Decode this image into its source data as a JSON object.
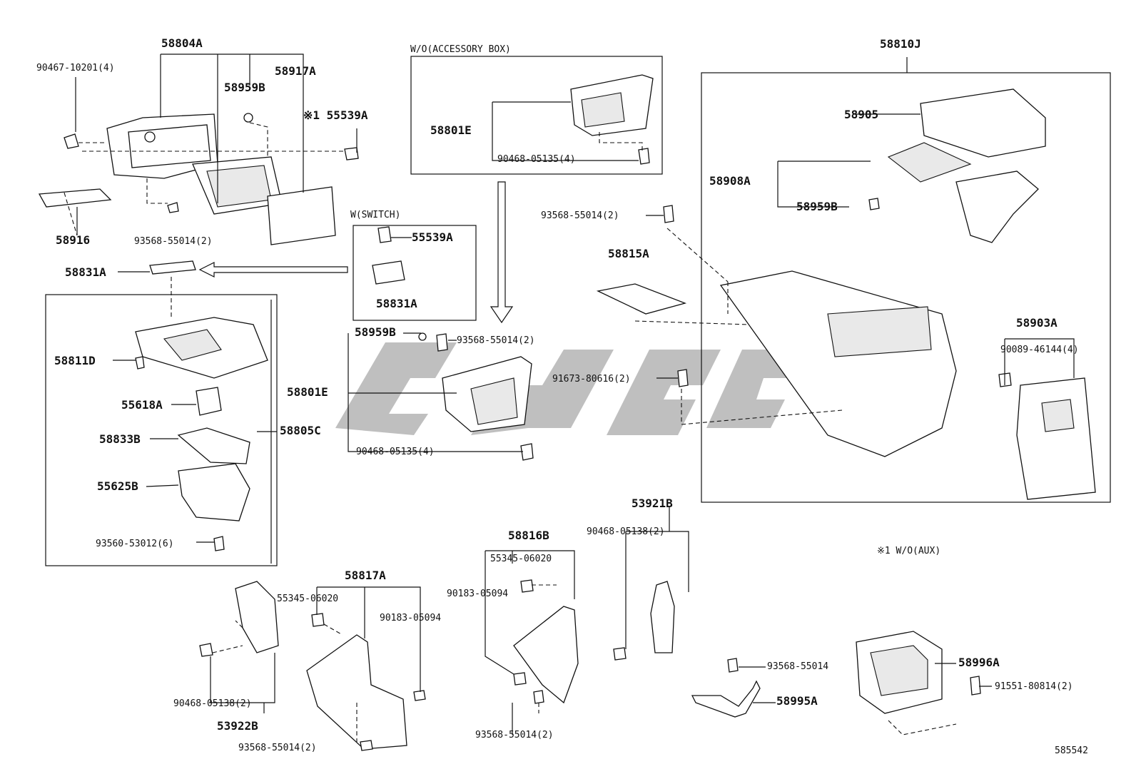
{
  "diagram": {
    "sections": {
      "wo_accessory_box": "W/O(ACCESSORY BOX)",
      "w_switch": "W(SWITCH)",
      "footnote": "※1 W/O(AUX)"
    },
    "figure_id": "585542",
    "labels": {
      "l58804A": "58804A",
      "l90467": "90467-10201(4)",
      "l58959B_top": "58959B",
      "l58917A": "58917A",
      "l55539A_top": "※1 55539A",
      "l58916": "58916",
      "l93568_top": "93568-55014(2)",
      "l58831A_left": "58831A",
      "l58811D": "58811D",
      "l55618A": "55618A",
      "l58833B": "58833B",
      "l55625B": "55625B",
      "l93560": "93560-53012(6)",
      "l58805C": "58805C",
      "l58801E_top": "58801E",
      "l90468_05135_top": "90468-05135(4)",
      "l55539A_sw": "55539A",
      "l58831A_sw": "58831A",
      "l58959B_mid": "58959B",
      "l93568_mid": "93568-55014(2)",
      "l58801E_mid": "58801E",
      "l90468_05135_mid": "90468-05135(4)",
      "l58810J": "58810J",
      "l58905": "58905",
      "l58908A": "58908A",
      "l58959B_right": "58959B",
      "l93568_right": "93568-55014(2)",
      "l58815A": "58815A",
      "l91673": "91673-80616(2)",
      "l58903A": "58903A",
      "l90089": "90089-46144(4)",
      "l53921B": "53921B",
      "l90468_05138_r": "90468-05138(2)",
      "l58816B": "58816B",
      "l55345_r": "55345-06020",
      "l90183_r": "90183-05094",
      "l93568_b2": "93568-55014(2)",
      "l58817A": "58817A",
      "l55345_l": "55345-06020",
      "l90183_l": "90183-05094",
      "l90468_05138_l": "90468-05138(2)",
      "l53922B": "53922B",
      "l93568_b1": "93568-55014(2)",
      "l93568_55014": "93568-55014",
      "l58995A": "58995A",
      "l58996A": "58996A",
      "l91551": "91551-80814(2)"
    }
  }
}
